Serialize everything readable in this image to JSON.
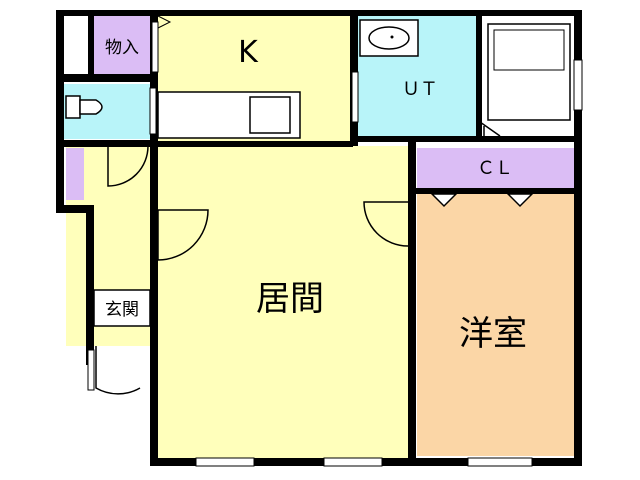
{
  "rooms": {
    "kitchen": "K",
    "storage": "物入",
    "utility": "ＵＴ",
    "closet": "ＣＬ",
    "entrance": "玄関",
    "living": "居間",
    "western_room": "洋室"
  },
  "colors": {
    "wall": "#000000",
    "living_kitchen": "#ffffbb",
    "western_room": "#fbd6a6",
    "water_area": "#b8f4f9",
    "storage": "#dbbdf5",
    "fixture": "#ffffff"
  }
}
